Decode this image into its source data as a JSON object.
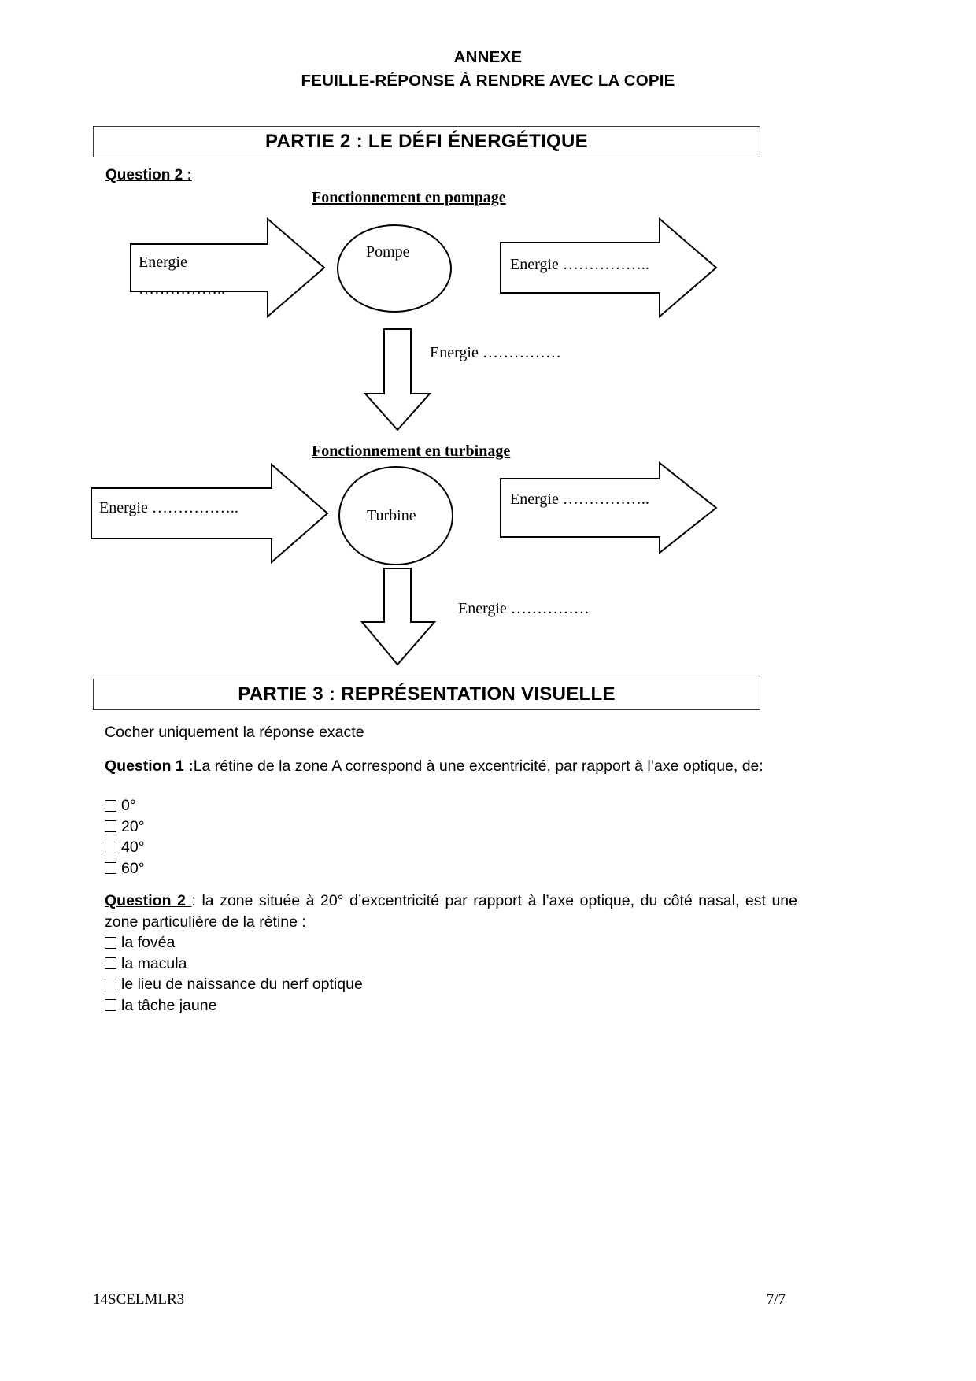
{
  "header": {
    "line1": "ANNEXE",
    "line2": "FEUILLE-RÉPONSE À RENDRE AVEC LA COPIE"
  },
  "part2": {
    "banner": "PARTIE 2 : LE DÉFI ÉNERGÉTIQUE",
    "question_label": "Question 2 :",
    "pompage": {
      "title": "Fonctionnement en pompage",
      "node_label": "Pompe",
      "input_line1": "Energie",
      "input_line2": "……………..",
      "output_text": "Energie  ……………..",
      "down_text": "Energie ……………"
    },
    "turbinage": {
      "title": "Fonctionnement en turbinage",
      "node_label": "Turbine",
      "input_text": "Energie  ……………..",
      "output_text": "Energie  ……………..",
      "down_text": "Energie ……………"
    }
  },
  "part3": {
    "banner": "PARTIE 3 : REPRÉSENTATION VISUELLE",
    "instruction": "Cocher uniquement la réponse exacte",
    "question1": {
      "label": "Question 1 :",
      "text": "La rétine de la zone A correspond à une excentricité, par rapport à l’axe optique, de:",
      "options": [
        "0°",
        "20°",
        "40°",
        "60°"
      ]
    },
    "question2": {
      "label": "Question 2 ",
      "text": ": la zone située à 20° d’excentricité par rapport à  l’axe optique, du côté nasal, est une zone particulière de la rétine :",
      "options": [
        "la fovéa",
        "la macula",
        "le lieu de naissance du nerf optique",
        "la tâche jaune"
      ]
    }
  },
  "footer": {
    "code": "14SCELMLR3",
    "page": "7/7"
  }
}
